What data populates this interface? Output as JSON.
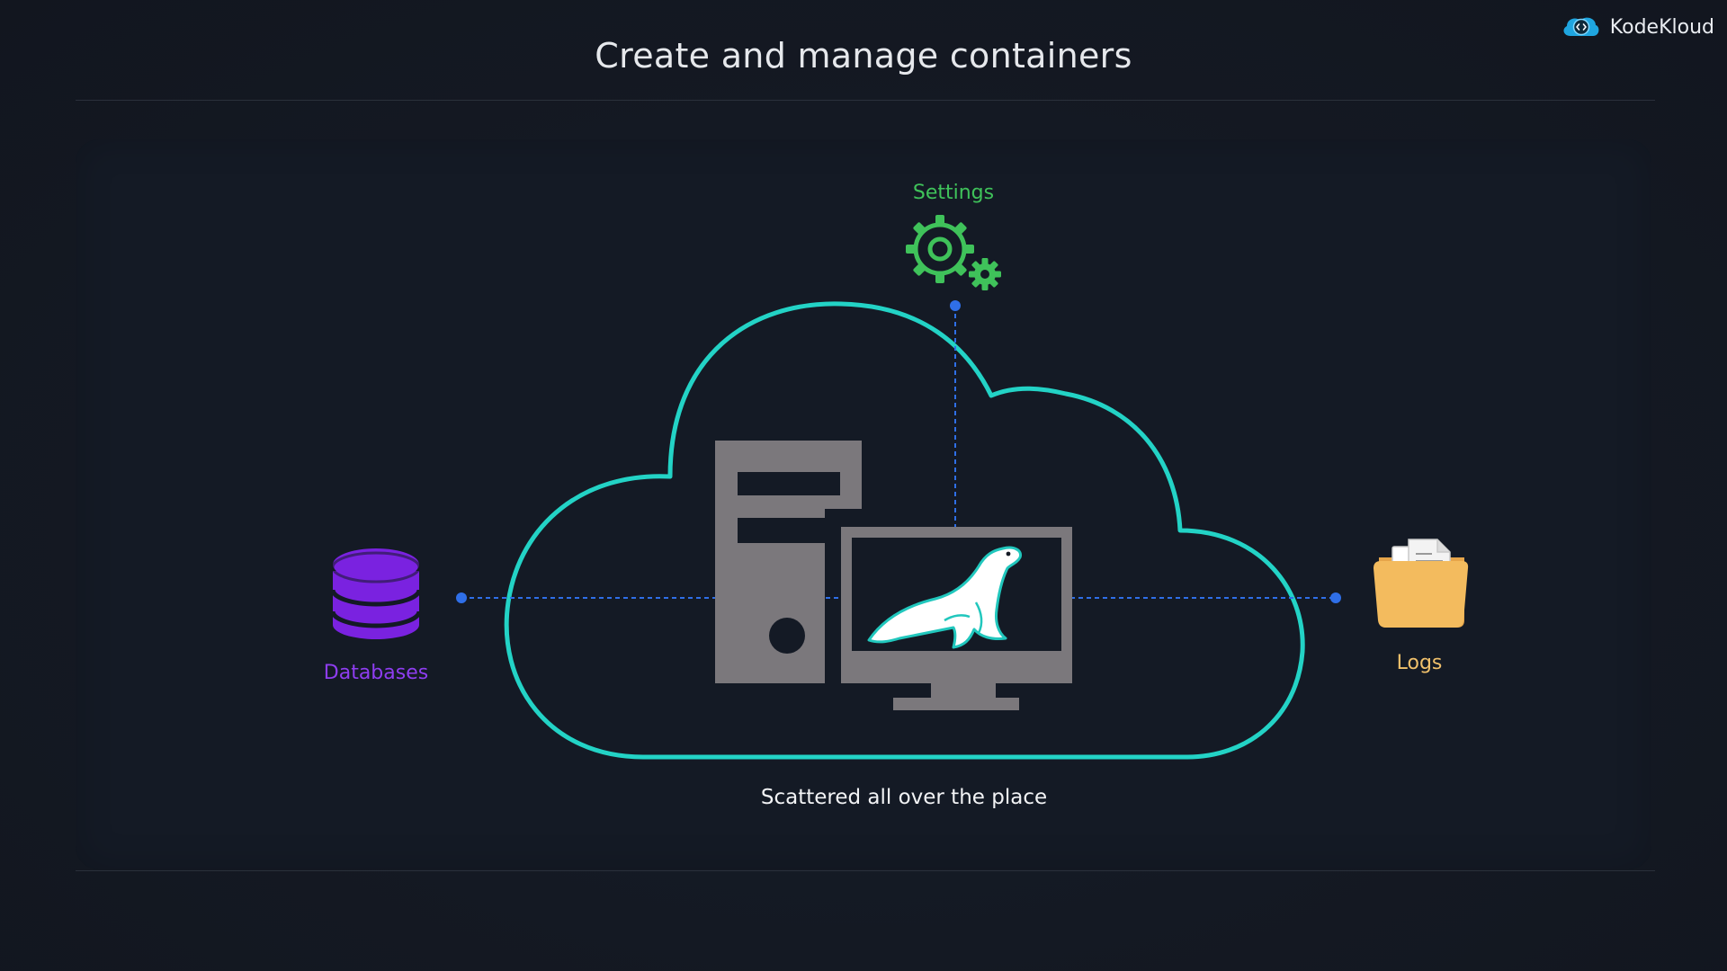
{
  "header": {
    "title": "Create and manage containers",
    "brand_name": "KodeKloud",
    "brand_icon": "kodekloud-cloud-logo-icon"
  },
  "diagram": {
    "nodes": {
      "settings": {
        "label": "Settings",
        "icon": "gears-icon",
        "color": "#3fc25a"
      },
      "databases": {
        "label": "Databases",
        "icon": "database-icon",
        "color": "#8e3df0"
      },
      "logs": {
        "label": "Logs",
        "icon": "folder-documents-icon",
        "color": "#f0c06b"
      },
      "server": {
        "icon": "computer-tower-monitor-icon",
        "color": "#7b787c"
      },
      "mascot": {
        "icon": "seal-mascot-icon",
        "color": "#ffffff"
      }
    },
    "cloud_color": "#23d3c6",
    "connector_color": "#2f6fe8",
    "caption": "Scattered all over the place"
  }
}
